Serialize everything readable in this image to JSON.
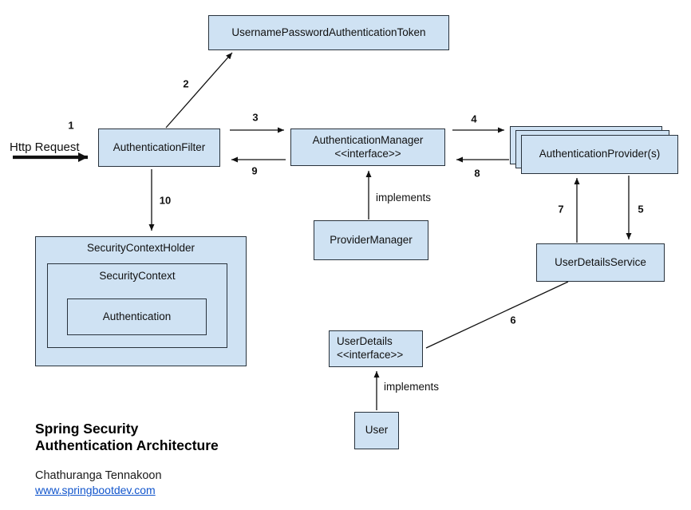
{
  "colors": {
    "box_fill": "#cfe2f3",
    "box_border": "#28323c",
    "link": "#1155cc",
    "ink": "#111111"
  },
  "nodes": {
    "token": "UsernamePasswordAuthenticationToken",
    "filter": "AuthenticationFilter",
    "manager": {
      "line1": "AuthenticationManager",
      "line2": "<<interface>>"
    },
    "providers": "AuthenticationProvider(s)",
    "provider_manager": "ProviderManager",
    "user_details_service": "UserDetailsService",
    "security_context_holder": "SecurityContextHolder",
    "security_context": "SecurityContext",
    "authentication": "Authentication",
    "user_details": {
      "line1": "UserDetails",
      "line2": "<<interface>>"
    },
    "user": "User"
  },
  "edges": {
    "http_request": "Http Request",
    "implements_manager": "implements",
    "implements_user": "implements",
    "n1": "1",
    "n2": "2",
    "n3": "3",
    "n4": "4",
    "n5": "5",
    "n6": "6",
    "n7": "7",
    "n8": "8",
    "n9": "9",
    "n10": "10"
  },
  "footer": {
    "title_line1": "Spring Security",
    "title_line2": "Authentication Architecture",
    "author": "Chathuranga Tennakoon",
    "website": "www.springbootdev.com"
  }
}
